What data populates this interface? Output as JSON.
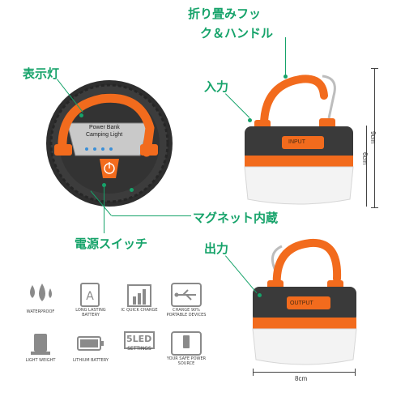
{
  "colors": {
    "accent_green": "#16a36a",
    "lamp_orange": "#f26b1d",
    "body_dark": "#3a3a3a",
    "icon_gray": "#8a8a8a"
  },
  "callouts": {
    "hook_handle_line1": "折り畳みフッ",
    "hook_handle_line2": "ク＆ハンドル",
    "indicator": "表示灯",
    "input": "入力",
    "magnet": "マグネット内蔵",
    "power_switch": "電源スイッチ",
    "output": "出力"
  },
  "lamp_top": {
    "panel_line1": "Power Bank",
    "panel_line2": "Camping Light"
  },
  "ports": {
    "input_label": "INPUT",
    "output_label": "OUTPUT"
  },
  "dimensions": {
    "height": "9cm",
    "body_height": "6cm",
    "width": "8cm"
  },
  "features": [
    {
      "icon": "water-drops-icon",
      "caption": "WATERPROOF"
    },
    {
      "icon": "long-lasting-battery-icon",
      "caption": "LONG LASTING BATTERY"
    },
    {
      "icon": "quick-charge-icon",
      "caption": "IC QUICK CHARGE"
    },
    {
      "icon": "usb-icon",
      "caption": "CHARGE 90% PORTABLE DEVICES"
    },
    {
      "icon": "light-weight-icon",
      "caption": "LIGHT WEIGHT"
    },
    {
      "icon": "lithium-battery-icon",
      "caption": "LITHIUM BATTERY"
    },
    {
      "icon": "led-settings-icon",
      "caption": "SETTINGS",
      "badge": "5LED"
    },
    {
      "icon": "safe-power-icon",
      "caption": "YOUR SAFE POWER SOURCE"
    }
  ]
}
